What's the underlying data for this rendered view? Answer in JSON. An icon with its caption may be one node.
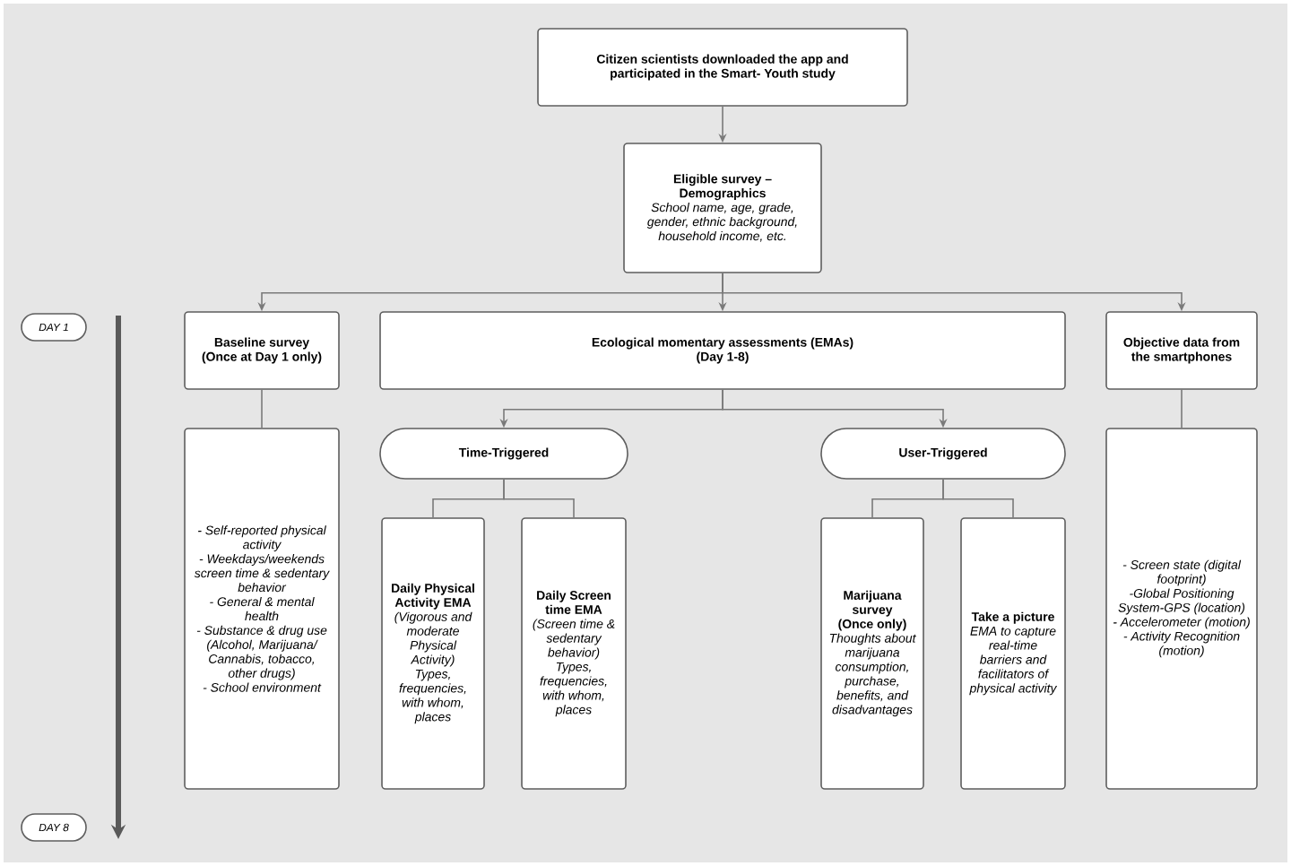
{
  "diagram": {
    "nodes": [
      {
        "text": [
          "Citizen scientists downloaded the app and participated in the Smart- Youth study"
        ]
      },
      {
        "text": [
          "Eligible survey – Demographics",
          "School name, age, grade, gender, ethnic background, household income, etc."
        ]
      },
      {
        "text": [
          "DAY 1"
        ]
      },
      {
        "text": [
          "Baseline survey (Once at Day 1 only)"
        ]
      },
      {
        "text": [
          "Ecological momentary assessments (EMAs)",
          "(Day 1-8)"
        ]
      },
      {
        "text": [
          "Objective data from the smartphones"
        ]
      },
      {
        "text": [
          "- Self-reported physical activity",
          "- Weekdays/weekends screen time & sedentary behavior",
          "- General & mental health",
          "- Substance & drug use (Alcohol, Marijuana/ Cannabis, tobacco, other drugs)",
          "- School environment"
        ]
      },
      {
        "text": [
          "Time-Triggered"
        ]
      },
      {
        "text": [
          "User-Triggered"
        ]
      },
      {
        "text": [
          "- Screen state (digital footprint)",
          "-Global Positioning System-GPS (location)",
          "- Accelerometer (motion)",
          "- Activity Recognition (motion)"
        ]
      },
      {
        "text": [
          "Daily Physical Activity EMA",
          "(Vigorous and moderate Physical Activity)",
          "Types, frequencies, with whom, places"
        ]
      },
      {
        "text": [
          "Daily Screen time EMA",
          "(Screen time & sedentary behavior)",
          "Types, frequencies, with whom, places"
        ]
      },
      {
        "text": [
          "Marijuana survey",
          "(Once only)",
          "Thoughts about marijuana consumption, purchase, benefits, and disadvantages"
        ]
      },
      {
        "text": [
          "Take a picture",
          "EMA to capture real-time barriers and facilitators of physical activity"
        ]
      },
      {
        "text": [
          "DAY 8"
        ]
      }
    ],
    "edges": [
      {
        "from": 0,
        "to": 1,
        "arrow": "to"
      },
      {
        "from": 1,
        "to": 3,
        "arrow": "to"
      },
      {
        "from": 1,
        "to": 4,
        "arrow": "to"
      },
      {
        "from": 1,
        "to": 5,
        "arrow": "to"
      },
      {
        "from": 3,
        "to": 6,
        "arrow": "none"
      },
      {
        "from": 4,
        "to": 7,
        "arrow": "to"
      },
      {
        "from": 4,
        "to": 8,
        "arrow": "to"
      },
      {
        "from": 5,
        "to": 9,
        "arrow": "none"
      },
      {
        "from": 7,
        "to": 10,
        "arrow": "none"
      },
      {
        "from": 7,
        "to": 11,
        "arrow": "none"
      },
      {
        "from": 8,
        "to": 12,
        "arrow": "none"
      },
      {
        "from": 8,
        "to": 13,
        "arrow": "none"
      }
    ]
  }
}
